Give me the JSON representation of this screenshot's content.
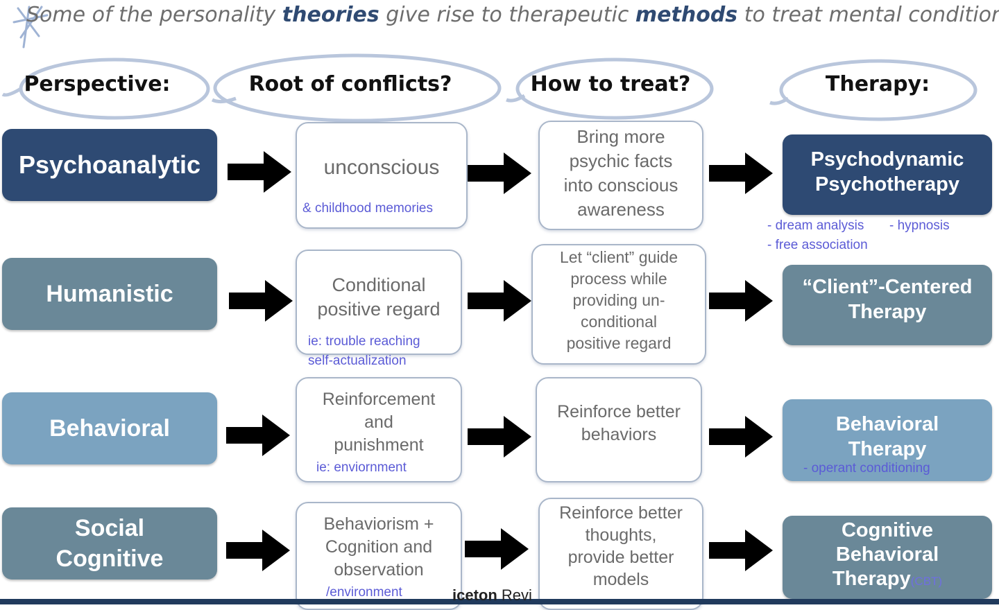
{
  "title": {
    "part1": "Some of the personality ",
    "kw1": "theories",
    "part2": " give rise to therapeutic ",
    "kw2": "methods",
    "part3": " to treat mental conditions"
  },
  "headers": {
    "perspective": "Perspective:",
    "root": "Root of conflicts?",
    "treat": "How to treat?",
    "therapy": "Therapy:"
  },
  "rows": [
    {
      "perspective": [
        "Psychoanalytic"
      ],
      "root": [
        "unconscious"
      ],
      "root_note": [
        "& childhood memories"
      ],
      "treat": [
        "Bring more",
        "psychic facts",
        "into conscious",
        "awareness"
      ],
      "therapy": [
        "Psychodynamic",
        "Psychotherapy"
      ],
      "therapy_notes": [
        "- dream analysis",
        "- hypnosis",
        "- free association"
      ]
    },
    {
      "perspective": [
        "Humanistic"
      ],
      "root": [
        "Conditional",
        "positive regard"
      ],
      "root_note": [
        "ie: trouble reaching",
        "self-actualization"
      ],
      "treat": [
        "Let “client” guide",
        "process while",
        "providing un-",
        "conditional",
        "positive regard"
      ],
      "therapy": [
        "“Client”-Centered",
        "Therapy"
      ]
    },
    {
      "perspective": [
        "Behavioral"
      ],
      "root": [
        "Reinforcement",
        "and",
        "punishment"
      ],
      "root_note": [
        "ie: enviornment"
      ],
      "treat": [
        "Reinforce better",
        "behaviors"
      ],
      "therapy": [
        "Behavioral",
        "Therapy"
      ],
      "therapy_notes": [
        "- operant conditioning"
      ]
    },
    {
      "perspective": [
        "Social",
        "Cognitive"
      ],
      "root": [
        "Behaviorism +",
        "Cognition and",
        "observation"
      ],
      "root_note": [
        "/environment"
      ],
      "treat": [
        "Reinforce better",
        "thoughts,",
        "provide better",
        "models"
      ],
      "therapy": [
        "Cognitive",
        "Behavioral",
        "Therapy"
      ],
      "therapy_abbr": "(CBT)"
    }
  ],
  "footer": {
    "bold": "iceton",
    "rest": " Revi"
  },
  "colors": {
    "psychoanalytic": "#2e4a73",
    "humanistic": "#6a8898",
    "behavioral": "#7ba3c0",
    "social_cognitive": "#6a8898",
    "note_blue": "#5b5bd6",
    "title_keyword": "#2f4a72",
    "arrow": "#000000"
  }
}
